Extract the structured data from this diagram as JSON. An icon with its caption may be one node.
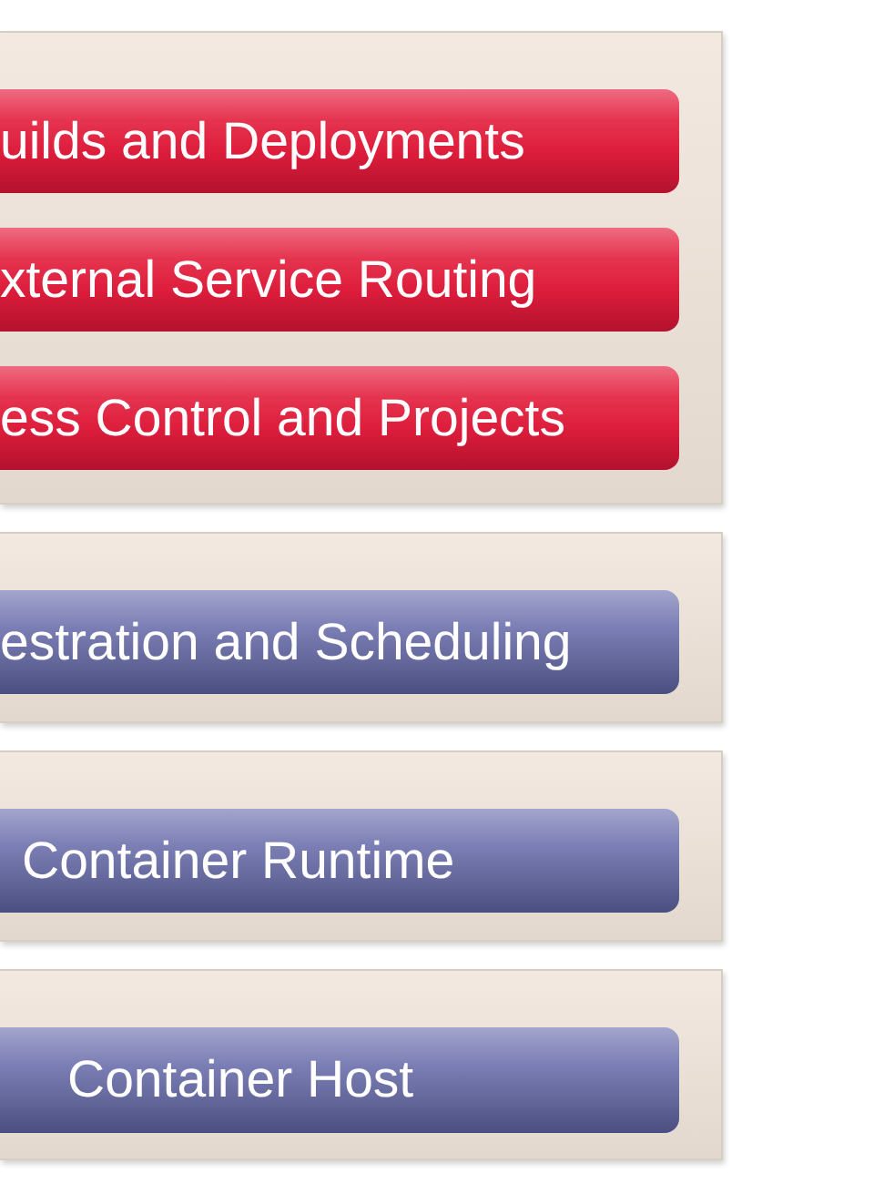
{
  "diagram": {
    "nodes": [
      {
        "text": [],
        "shape": "box"
      },
      {
        "text": [
          "uilds and Deployments"
        ],
        "in": 0
      },
      {
        "text": [
          "xternal Service Routing"
        ],
        "in": 0
      },
      {
        "text": [
          "ess Control and Projects"
        ],
        "in": 0
      },
      {
        "text": [],
        "shape": "box"
      },
      {
        "text": [
          "estration and Scheduling"
        ],
        "in": 4
      },
      {
        "text": [],
        "shape": "box"
      },
      {
        "text": [
          "Container Runtime"
        ],
        "in": 6
      },
      {
        "text": [],
        "shape": "box"
      },
      {
        "text": [
          "Container Host"
        ],
        "in": 8
      }
    ]
  }
}
